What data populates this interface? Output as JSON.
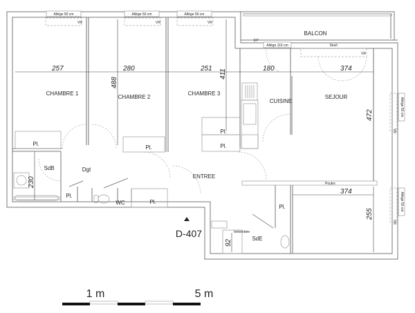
{
  "plan": {
    "unit_id": "D-407",
    "rooms": {
      "chambre1": "CHAMBRE 1",
      "chambre2": "CHAMBRE 2",
      "chambre3": "CHAMBRE 3",
      "cuisine": "CUISINE",
      "sejour": "SEJOUR",
      "balcon": "BALCON",
      "entree": "ENTREE",
      "sdb": "SdB",
      "dgt": "Dgt",
      "wc": "WC",
      "sde": "SdE"
    },
    "storage": {
      "pl1": "Pl.",
      "pl2": "Pl.",
      "pl3": "Pl.",
      "pl4": "Pl.",
      "pl5": "Pl.",
      "pl6": "Pl.",
      "pl7": "Pl."
    },
    "window_labels": {
      "allege50_1": "Allège 50 cm",
      "allege50_2": "Allège 50 cm",
      "allege50_3": "Allège 50 cm",
      "allege110": "Allège 110 cm",
      "seuil": "Seuil",
      "allege50_sejour": "Allège 50 cm",
      "allege50_chambre4": "Allège 50 cm"
    },
    "vr_labels": {
      "vr1": "VR",
      "vr2": "VR",
      "vr3": "VR",
      "vr4": "VR",
      "vr5": "VR",
      "vr6": "VR"
    },
    "misc_labels": {
      "ep": "EP",
      "poutre": "Poutre",
      "retombee": "Retombée"
    },
    "dimensions": {
      "chambre1_width": "257",
      "chambre2_width": "280",
      "chambre3_width": "251",
      "cuisine_width": "180",
      "sejour_width": "374",
      "chambre2_depth": "488",
      "chambre3_depth": "411",
      "sejour_depth": "472",
      "sdb_depth": "230",
      "room_se_width": "374",
      "room_se_depth": "255",
      "shower_depth": "92"
    },
    "scale_bar": {
      "label_start": "1 m",
      "label_end": "5 m"
    },
    "colors": {
      "wall": "#777777",
      "text": "#222222",
      "background": "#ffffff"
    }
  }
}
